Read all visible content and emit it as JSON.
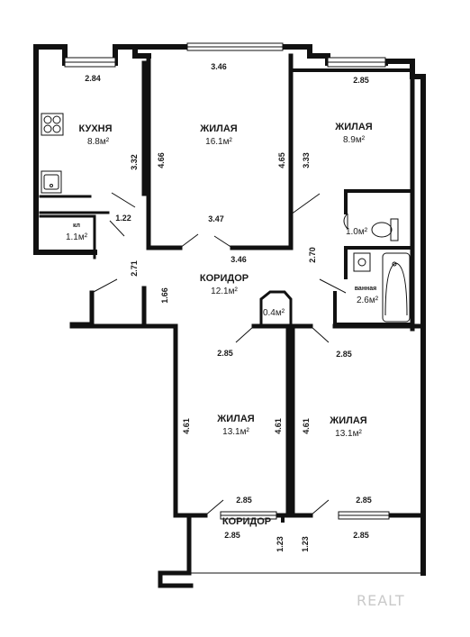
{
  "rooms": {
    "kitchen": {
      "name": "КУХНЯ",
      "area": "8.8м²"
    },
    "living1": {
      "name": "ЖИЛАЯ",
      "area": "16.1м²"
    },
    "living2": {
      "name": "ЖИЛАЯ",
      "area": "8.9м²"
    },
    "pantry": {
      "name": "кл",
      "area": "1.1м²"
    },
    "wc": {
      "area": "1.0м²"
    },
    "corridor": {
      "name": "КОРИДОР",
      "area": "12.1м²"
    },
    "closet": {
      "area": "0.4м²"
    },
    "bath": {
      "name": "ванная",
      "area": "2.6м²"
    },
    "living3": {
      "name": "ЖИЛАЯ",
      "area": "13.1м²"
    },
    "living4": {
      "name": "ЖИЛАЯ",
      "area": "13.1м²"
    },
    "corridor2": {
      "name": "КОРИДОР"
    }
  },
  "dims": {
    "kitchen_top": "2.84",
    "kitchen_side": "3.32",
    "pantry_width": "1.22",
    "living1_top": "3.46",
    "living1_left": "4.66",
    "living1_right": "4.65",
    "living1_bottom": "3.47",
    "corridor_top": "3.46",
    "living2_top": "2.85",
    "living2_side": "3.33",
    "corridor_right": "2.70",
    "corridor_left": "2.71",
    "corridor_stub": "1.66",
    "living3_top": "2.85",
    "living4_top": "2.85",
    "living3_left": "4.61",
    "living3_right": "4.61",
    "living4_left": "4.61",
    "living3_bottom": "2.85",
    "living4_bottom": "2.85",
    "balcony3_width": "2.85",
    "balcony4_width": "2.85",
    "balcony3_depth": "1.23",
    "balcony4_depth": "1.23"
  },
  "watermark": "REALT"
}
